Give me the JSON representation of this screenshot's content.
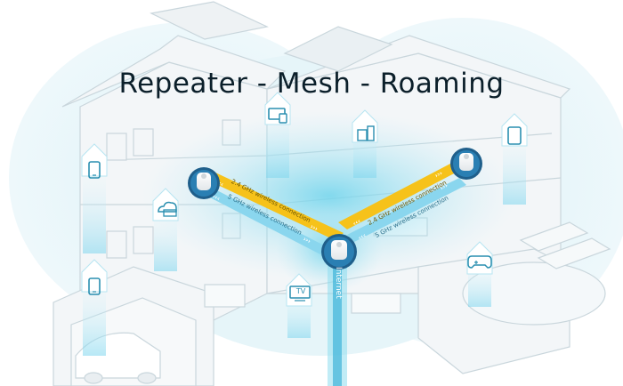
{
  "title": "Repeater - Mesh - Roaming",
  "links": {
    "ghz24": "2.4 GHz wireless connection",
    "ghz5": "5 GHz wireless connection"
  },
  "backhaul_label": "Internet",
  "tv_label": "TV",
  "colors": {
    "accent_yellow": "#f6c21a",
    "accent_blue": "#26a3d2",
    "glow": "#9fe3f2",
    "house_line": "#c6d5dc",
    "title_text": "#0b1f2a"
  },
  "device_icons": [
    "phone-icon",
    "laptop-icon",
    "cloud-drive-icon",
    "desktop-computer-icon",
    "game-console-icon",
    "tablet-icon",
    "smartphone-icon",
    "tv-icon",
    "gamepad-icon"
  ]
}
